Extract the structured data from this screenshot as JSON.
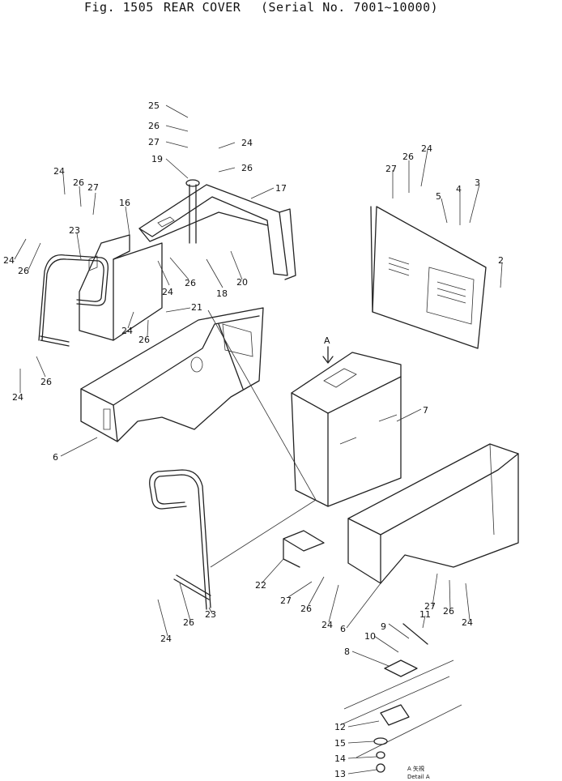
{
  "header": {
    "fig": "Fig. 1505",
    "title": "REAR COVER",
    "serial": "(Serial No. 7001~10000)"
  },
  "view_marker": "A",
  "detail_caption": [
    "A 矢視",
    "Detail A"
  ],
  "callouts": [
    {
      "n": "25"
    },
    {
      "n": "26"
    },
    {
      "n": "27"
    },
    {
      "n": "19"
    },
    {
      "n": "24"
    },
    {
      "n": "26"
    },
    {
      "n": "17"
    },
    {
      "n": "24"
    },
    {
      "n": "26"
    },
    {
      "n": "27"
    },
    {
      "n": "16"
    },
    {
      "n": "24"
    },
    {
      "n": "26"
    },
    {
      "n": "23"
    },
    {
      "n": "24"
    },
    {
      "n": "26"
    },
    {
      "n": "18"
    },
    {
      "n": "20"
    },
    {
      "n": "21"
    },
    {
      "n": "24"
    },
    {
      "n": "26"
    },
    {
      "n": "24"
    },
    {
      "n": "26"
    },
    {
      "n": "6"
    },
    {
      "n": "27"
    },
    {
      "n": "26"
    },
    {
      "n": "24"
    },
    {
      "n": "5"
    },
    {
      "n": "4"
    },
    {
      "n": "3"
    },
    {
      "n": "2"
    },
    {
      "n": "7"
    },
    {
      "n": "22"
    },
    {
      "n": "27"
    },
    {
      "n": "26"
    },
    {
      "n": "24"
    },
    {
      "n": "6"
    },
    {
      "n": "27"
    },
    {
      "n": "26"
    },
    {
      "n": "24"
    },
    {
      "n": "23"
    },
    {
      "n": "26"
    },
    {
      "n": "24"
    },
    {
      "n": "11"
    },
    {
      "n": "9"
    },
    {
      "n": "10"
    },
    {
      "n": "8"
    },
    {
      "n": "12"
    },
    {
      "n": "15"
    },
    {
      "n": "14"
    },
    {
      "n": "13"
    }
  ]
}
